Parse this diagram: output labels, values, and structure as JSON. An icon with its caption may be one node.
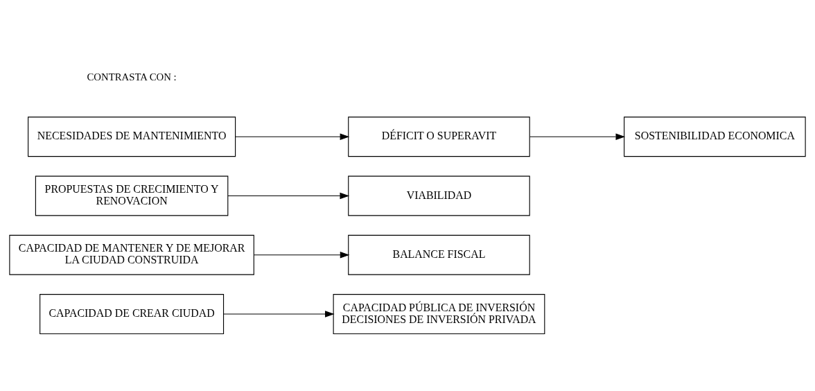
{
  "diagram": {
    "nodes": [
      {
        "text": [
          "CAPACIDAD DE CREAR CIUDAD"
        ]
      },
      {
        "text": [
          "CAPACIDAD PÚBLICA DE INVERSIÓN DECISIONES DE INVERSIÓN PRIVADA"
        ]
      },
      {
        "text": [
          "CAPACIDAD DE MANTENER Y DE MEJORAR LA CIUDAD CONSTRUIDA"
        ]
      },
      {
        "text": [
          "BALANCE FISCAL"
        ]
      },
      {
        "text": [
          "PROPUESTAS DE CRECIMIENTO Y RENOVACION"
        ]
      },
      {
        "text": [
          "VIABILIDAD"
        ]
      },
      {
        "text": [
          "NECESIDADES DE MANTENIMIENTO"
        ]
      },
      {
        "text": [
          "DÉFICIT O SUPERAVIT"
        ]
      },
      {
        "text": [
          "SOSTENIBILIDAD ECONOMICA"
        ]
      }
    ],
    "edges": [
      {
        "from": 0,
        "to": 1,
        "arrow": "to"
      },
      {
        "from": 2,
        "to": 3,
        "arrow": "to"
      },
      {
        "from": 4,
        "to": 5,
        "arrow": "to"
      },
      {
        "from": 6,
        "to": 7,
        "arrow": "to"
      },
      {
        "from": 7,
        "to": 8,
        "arrow": "to"
      }
    ],
    "labels": [
      "CONTRASTA CON :"
    ]
  }
}
